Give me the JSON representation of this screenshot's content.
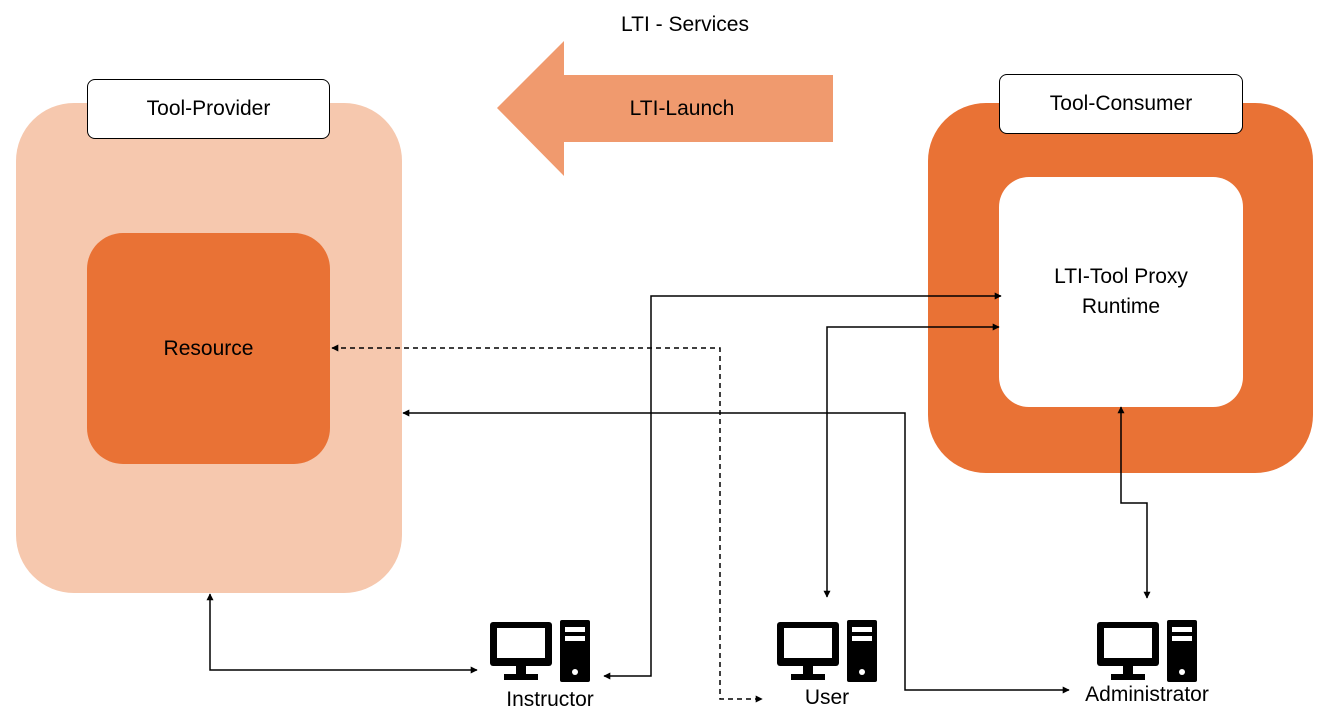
{
  "diagram": {
    "header_text": "LTI - Services",
    "launch_arrow": {
      "label": "LTI-Launch",
      "color": "#f09a6e"
    },
    "tool_provider": {
      "title": "Tool-Provider",
      "color": "#f6c8ae",
      "resource": {
        "label": "Resource",
        "color": "#e97235"
      }
    },
    "tool_consumer": {
      "title": "Tool-Consumer",
      "color": "#e97235",
      "proxy": {
        "label_line1": "LTI-Tool Proxy",
        "label_line2": "Runtime"
      }
    },
    "clients": {
      "instructor": {
        "label": "Instructor",
        "icon": "desktop-computer-icon"
      },
      "user": {
        "label": "User",
        "icon": "desktop-computer-icon"
      },
      "administrator": {
        "label": "Administrator",
        "icon": "desktop-computer-icon"
      }
    }
  }
}
